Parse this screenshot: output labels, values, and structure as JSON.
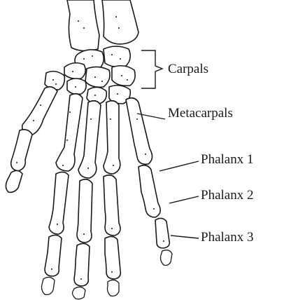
{
  "labels": {
    "carpals": "Carpals",
    "metacarpals": "Metacarpals",
    "phalanx1": "Phalanx 1",
    "phalanx2": "Phalanx 2",
    "phalanx3": "Phalanx 3"
  },
  "colors": {
    "line": "#1a1a1a",
    "background": "#ffffff"
  }
}
